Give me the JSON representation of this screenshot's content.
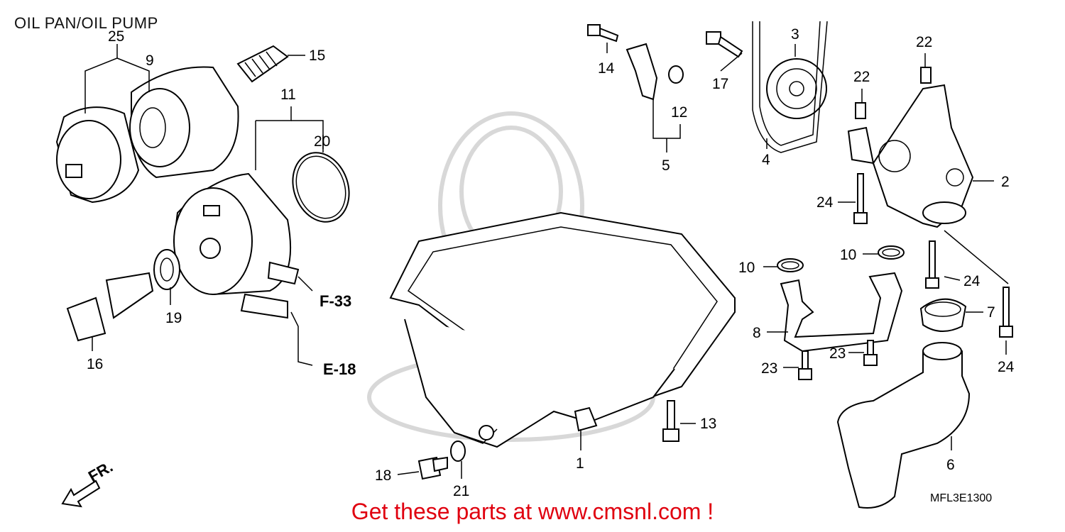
{
  "title": "OIL PAN/OIL PUMP",
  "diagram_code": "MFL3E1300",
  "banner": "Get these parts at www.cmsnl.com !",
  "front_marker": "FR.",
  "references": {
    "f33": "F-33",
    "e18": "E-18"
  },
  "callouts": {
    "c1": "1",
    "c2": "2",
    "c3": "3",
    "c4": "4",
    "c5": "5",
    "c6": "6",
    "c7": "7",
    "c8": "8",
    "c9": "9",
    "c10a": "10",
    "c10b": "10",
    "c11": "11",
    "c12": "12",
    "c13": "13",
    "c14": "14",
    "c15": "15",
    "c16": "16",
    "c17": "17",
    "c18": "18",
    "c19": "19",
    "c20": "20",
    "c21": "21",
    "c22a": "22",
    "c22b": "22",
    "c23a": "23",
    "c23b": "23",
    "c24a": "24",
    "c24b": "24",
    "c24c": "24",
    "c25": "25"
  },
  "colors": {
    "banner": "#e0000f",
    "line": "#000000",
    "watermark": "#d8d8d8"
  }
}
